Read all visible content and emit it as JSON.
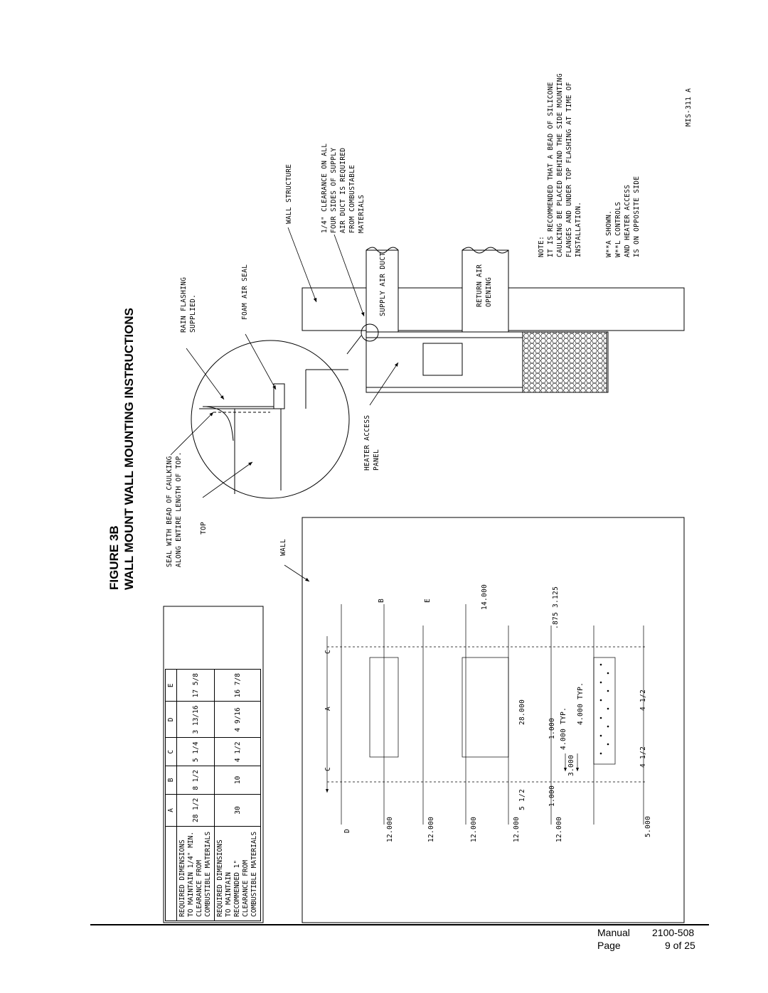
{
  "figure": {
    "title_lines": [
      "FIGURE 3B",
      "WALL MOUNT WALL MOUNTING INSTRUCTIONS"
    ]
  },
  "dimension_table": {
    "headers": [
      "",
      "A",
      "B",
      "C",
      "D",
      "E"
    ],
    "rows": [
      {
        "label": "REQUIRED DIMENSIONS TO MAINTAIN 1/4\" MIN. CLEARANCE FROM COMBUSTIBLE MATERIALS",
        "values": [
          "28 1/2",
          "8 1/2",
          "5 1/4",
          "3 13/16",
          "17 5/8"
        ]
      },
      {
        "label": "REQUIRED DIMENSIONS TO MAINTAIN RECOMMENDED 1\" CLEARANCE FROM COMBUSTIBLE MATERIALS",
        "values": [
          "30",
          "10",
          "4 1/2",
          "4 9/16",
          "16 7/8"
        ]
      }
    ]
  },
  "callouts": {
    "seal": [
      "SEAL WITH BEAD OF CAULKING",
      "ALONG ENTIRE LENGTH OF TOP."
    ],
    "top": "TOP",
    "rain_flashing": [
      "RAIN FLASHING",
      "SUPPLIED."
    ],
    "foam_air_seal": "FOAM AIR SEAL",
    "wall_structure": "WALL STRUCTURE",
    "clearance": [
      "1/4\" CLEARANCE ON ALL",
      "FOUR SIDES OF SUPPLY",
      "AIR DUCT IS REQUIRED",
      "FROM COMBUSTABLE",
      "MATERIALS"
    ],
    "supply_air_duct": "SUPPLY AIR DUCT",
    "return_air": [
      "RETURN AIR",
      "OPENING"
    ],
    "heater_access": [
      "HEATER ACCESS",
      "PANEL"
    ],
    "wall": "WALL"
  },
  "notes": {
    "lines": [
      "NOTE:",
      "IT IS RECOMMENDED THAT A BEAD OF SILICONE",
      "CAULKING BE PLACED BEHIND THE SIDE MOUNTING",
      "FLANGES AND UNDER TOP FLASHING AT TIME OF",
      "INSTALLATION."
    ],
    "model_lines": [
      "W**A SHOWN.",
      "W**L CONTROLS",
      "AND HEATER ACCESS",
      "IS ON OPPOSITE SIDE"
    ]
  },
  "drawing_number": "MIS-311 A",
  "front_view_dims": {
    "left_labels": [
      "D",
      "12.000",
      "12.000",
      "12.000",
      "12.000",
      "12.000",
      "5.000"
    ],
    "letters": [
      "C",
      "A",
      "C",
      "B",
      "E"
    ],
    "values": [
      "5 1/2",
      "1.000",
      "1.000",
      "28.000",
      "14.000",
      "4.000 TYP.",
      "4.000 TYP.",
      "3.000",
      ".875",
      "3.125",
      "4 1/2",
      "4 1/2"
    ]
  },
  "footer": {
    "manual_label": "Manual",
    "manual_number": "2100-508",
    "page_label": "Page",
    "page_value": "9 of 25"
  }
}
